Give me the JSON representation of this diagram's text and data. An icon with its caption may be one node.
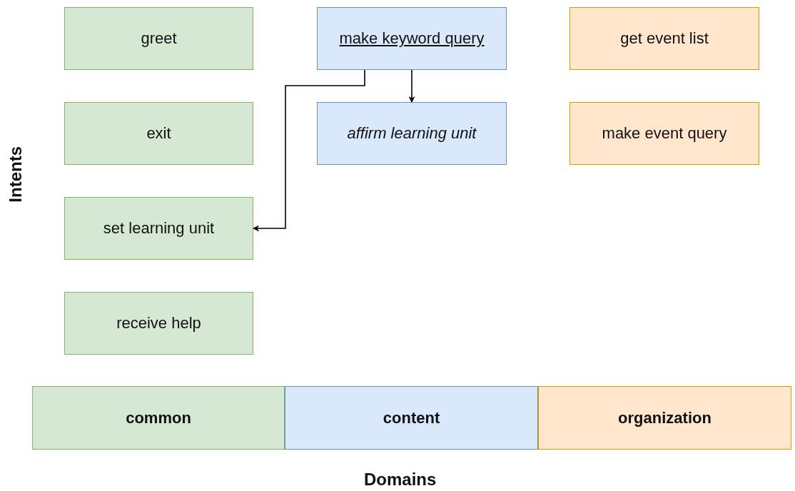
{
  "diagram": {
    "nodes": [
      {
        "text": [
          "greet"
        ]
      },
      {
        "text": [
          "make keyword query"
        ]
      },
      {
        "text": [
          "get event list"
        ]
      },
      {
        "text": [
          "exit"
        ]
      },
      {
        "text": [
          "affirm learning unit"
        ]
      },
      {
        "text": [
          "make event query"
        ]
      },
      {
        "text": [
          "set learning unit"
        ]
      },
      {
        "text": [
          "receive help"
        ]
      },
      {
        "text": [
          "common"
        ]
      },
      {
        "text": [
          "content"
        ]
      },
      {
        "text": [
          "organization"
        ]
      }
    ],
    "edges": [
      {
        "from": 1,
        "to": 4,
        "arrow": "to"
      },
      {
        "from": 1,
        "to": 6,
        "arrow": "to"
      }
    ],
    "labels": [
      "Intents",
      "Domains"
    ]
  }
}
